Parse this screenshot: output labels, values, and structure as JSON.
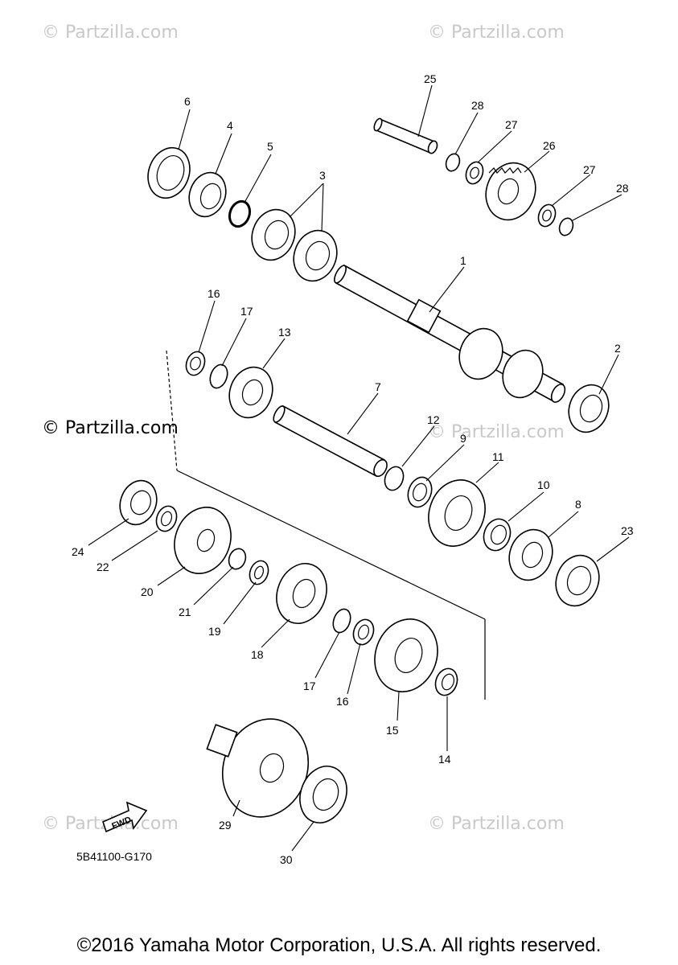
{
  "watermarks": {
    "corner": "© Partzilla.com",
    "main": "© Partzilla.com"
  },
  "diagram_code": "5B41100-G170",
  "copyright": "©2016 Yamaha Motor Corporation, U.S.A. All rights reserved.",
  "fwd_label": "FWD",
  "callouts": {
    "c1": "1",
    "c2": "2",
    "c3": "3",
    "c4": "4",
    "c5": "5",
    "c6": "6",
    "c7": "7",
    "c8": "8",
    "c9": "9",
    "c10": "10",
    "c11": "11",
    "c12": "12",
    "c13": "13",
    "c14": "14",
    "c15": "15",
    "c16a": "16",
    "c16b": "16",
    "c17a": "17",
    "c17b": "17",
    "c18": "18",
    "c19": "19",
    "c20": "20",
    "c21": "21",
    "c22": "22",
    "c23": "23",
    "c24": "24",
    "c25": "25",
    "c26": "26",
    "c27a": "27",
    "c27b": "27",
    "c28a": "28",
    "c28b": "28",
    "c29": "29",
    "c30": "30"
  }
}
